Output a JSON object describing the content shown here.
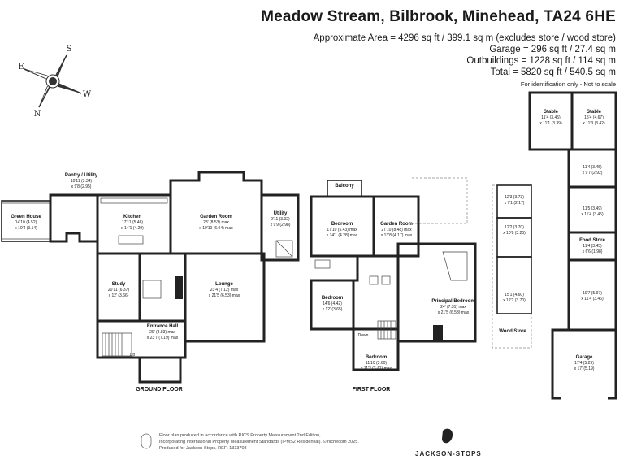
{
  "header": {
    "title": "Meadow Stream, Bilbrook, Minehead, TA24 6HE",
    "area": "Approximate Area = 4296 sq ft / 399.1 sq m (excludes store / wood store)",
    "garage": "Garage = 296 sq ft / 27.4 sq m",
    "outbuildings": "Outbuildings = 1228 sq ft / 114 sq m",
    "total": "Total = 5820 sq ft / 540.5 sq m",
    "note": "For identification only - Not to scale"
  },
  "compass": {
    "n": "N",
    "e": "E",
    "s": "S",
    "w": "W"
  },
  "ground_floor": {
    "label": "GROUND FLOOR",
    "rooms": {
      "pantry": {
        "name": "Pantry / Utility",
        "dim1": "10'11 (3.34)",
        "dim2": "x 9'8 (2.95)"
      },
      "green_house": {
        "name": "Green House",
        "dim1": "14'10 (4.52)",
        "dim2": "x 10'4 (3.14)"
      },
      "kitchen": {
        "name": "Kitchen",
        "dim1": "17'11 (5.46)",
        "dim2": "x 14'1 (4.29)"
      },
      "garden_room": {
        "name": "Garden Room",
        "dim1": "28' (8.53) max",
        "dim2": "x 19'10 (6.04) max"
      },
      "utility": {
        "name": "Utility",
        "dim1": "9'11 (3.02)",
        "dim2": "x 9'9 (2.98)"
      },
      "study": {
        "name": "Study",
        "dim1": "20'11 (6.37)",
        "dim2": "x 12' (3.66)"
      },
      "lounge": {
        "name": "Lounge",
        "dim1": "23'4 (7.12) max",
        "dim2": "x 21'5 (6.53) max"
      },
      "entrance": {
        "name": "Entrance Hall",
        "dim1": "29' (8.83) max",
        "dim2": "x 23'7 (7.19) max"
      }
    },
    "up": "Up"
  },
  "first_floor": {
    "label": "FIRST FLOOR",
    "rooms": {
      "balcony": {
        "name": "Balcony"
      },
      "bedroom1": {
        "name": "Bedroom",
        "dim1": "17'10 (5.43) max",
        "dim2": "x 14'1 (4.28) max"
      },
      "garden_room": {
        "name": "Garden Room",
        "dim1": "27'10 (8.48) max",
        "dim2": "x 13'8 (4.17) max"
      },
      "bedroom2": {
        "name": "Bedroom",
        "dim1": "14'6 (4.42)",
        "dim2": "x 12' (3.65)"
      },
      "principal": {
        "name": "Principal Bedroom",
        "dim1": "24' (7.31) max",
        "dim2": "x 21'5 (6.53) max"
      },
      "bedroom3": {
        "name": "Bedroom",
        "dim1": "11'10 (3.60)",
        "dim2": "x 11'2 (3.41) max"
      }
    },
    "down": "Down"
  },
  "outbuildings": {
    "stable1": {
      "name": "Stable",
      "dim1": "11'4 (3.45)",
      "dim2": "x 11'1 (3.39)"
    },
    "stable2": {
      "name": "Stable",
      "dim1": "15'4 (4.67)",
      "dim2": "x 11'3 (3.42)"
    },
    "ob1": {
      "dim1": "11'4 (3.45)",
      "dim2": "x 9'7 (2.92)"
    },
    "ob2": {
      "dim1": "11'5 (3.49)",
      "dim2": "x 11'4 (3.45)"
    },
    "food_store": {
      "name": "Food Store",
      "dim1": "11'4 (3.45)",
      "dim2": "x 6'6 (1.98)"
    },
    "ob3": {
      "dim1": "19'7 (5.97)",
      "dim2": "x 11'4 (3.46)"
    },
    "garage": {
      "name": "Garage",
      "dim1": "17'4 (5.29)",
      "dim2": "x 17' (5.19)"
    },
    "wood_store": {
      "name": "Wood Store"
    },
    "ws1": {
      "dim1": "12'3 (3.73)",
      "dim2": "x 7'1 (2.17)"
    },
    "ws2": {
      "dim1": "12'2 (3.70)",
      "dim2": "x 10'8 (3.25)"
    },
    "ws3": {
      "dim1": "15'1 (4.60)",
      "dim2": "x 12'2 (3.70)"
    }
  },
  "footer": {
    "line1": "Floor plan produced in accordance with RICS Property Measurement 2nd Edition,",
    "line2": "Incorporating International Property Measurement Standards (IPMS2 Residential). © nichecom 2025.",
    "line3": "Produced for Jackson-Stops.   REF: 1333708",
    "brand": "JACKSON-STOPS"
  }
}
